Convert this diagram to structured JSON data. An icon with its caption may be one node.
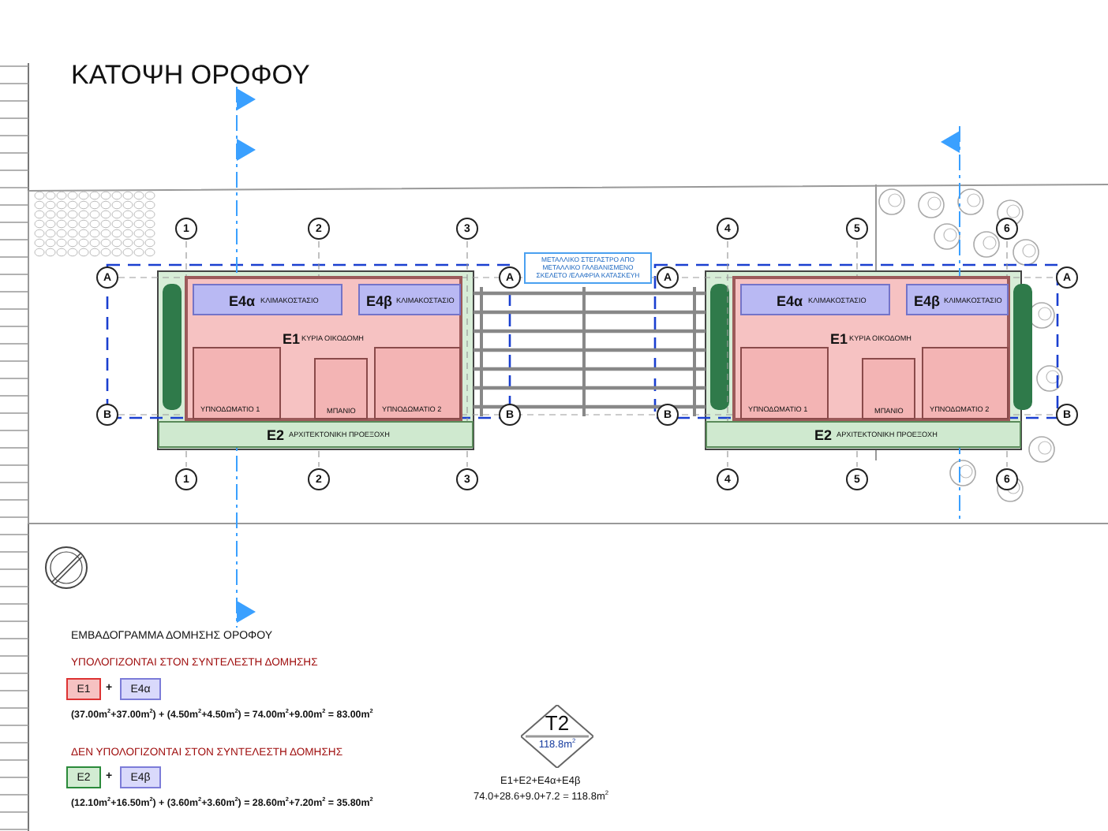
{
  "diagram": {
    "title": "ΚΑΤΟΨΗ ΟΡΟΦΟΥ",
    "nodes": [
      {
        "text": [
          "1"
        ]
      },
      {
        "text": [
          "2"
        ]
      },
      {
        "text": [
          "3"
        ]
      },
      {
        "text": [
          "4"
        ]
      },
      {
        "text": [
          "5"
        ]
      },
      {
        "text": [
          "6"
        ]
      },
      {
        "text": [
          "A"
        ]
      },
      {
        "text": [
          "A"
        ]
      },
      {
        "text": [
          "A"
        ]
      },
      {
        "text": [
          "A"
        ]
      },
      {
        "text": [
          "E1",
          "ΚΥΡΙΑ ΟΙΚΟΔΟΜΗ"
        ]
      },
      {
        "text": [
          "E4α",
          "ΚΛΙΜΑΚΟΣΤΑΣΙΟ"
        ],
        "in": 10
      },
      {
        "text": [
          "E4β",
          "ΚΛΙΜΑΚΟΣΤΑΣΙΟ"
        ],
        "in": 10
      },
      {
        "text": [
          "ΥΠΝΟΔΩΜΑΤΙΟ 1"
        ],
        "in": 10
      },
      {
        "text": [
          "ΜΠΑΝΙΟ"
        ],
        "in": 10
      },
      {
        "text": [
          "ΥΠΝΟΔΩΜΑΤΙΟ 2"
        ],
        "in": 10
      },
      {
        "text": [
          "E2",
          "ΑΡΧΙΤΕΚΤΟΝΙΚΗ ΠΡΟΕΞΟΧΗ"
        ]
      },
      {
        "text": [
          "ΜΕΤΑΛΛΙΚΟ ΣΤΕΓΑΣΤΡΟ ΑΠΟ ΜΕΤΑΛΛΙΚΟ ΓΑΛΒΑΝΙΣΜΕΝΟ ΣΚΕΛΕΤΟ /ΕΛΑΦΡΙΑ ΚΑΤΑΣΚΕΥΗ"
        ]
      },
      {
        "text": [
          "E1",
          "ΚΥΡΙΑ ΟΙΚΟΔΟΜΗ"
        ]
      },
      {
        "text": [
          "E4α",
          "ΚΛΙΜΑΚΟΣΤΑΣΙΟ"
        ],
        "in": 18
      },
      {
        "text": [
          "E4β",
          "ΚΛΙΜΑΚΟΣΤΑΣΙΟ"
        ],
        "in": 18
      },
      {
        "text": [
          "ΥΠΝΟΔΩΜΑΤΙΟ 1"
        ],
        "in": 18
      },
      {
        "text": [
          "ΜΠΑΝΙΟ"
        ],
        "in": 18
      },
      {
        "text": [
          "ΥΠΝΟΔΩΜΑΤΙΟ 2"
        ],
        "in": 18
      },
      {
        "text": [
          "E2",
          "ΑΡΧΙΤΕΚΤΟΝΙΚΗ ΠΡΟΕΞΟΧΗ"
        ]
      },
      {
        "text": [
          "B"
        ]
      },
      {
        "text": [
          "B"
        ]
      },
      {
        "text": [
          "B"
        ]
      },
      {
        "text": [
          "B"
        ]
      },
      {
        "text": [
          "1"
        ]
      },
      {
        "text": [
          "2"
        ]
      },
      {
        "text": [
          "3"
        ]
      },
      {
        "text": [
          "4"
        ]
      },
      {
        "text": [
          "5"
        ]
      },
      {
        "text": [
          "6"
        ]
      },
      {
        "text": [
          "E1"
        ]
      },
      {
        "text": [
          "E4α"
        ]
      },
      {
        "text": [
          "E2"
        ]
      },
      {
        "text": [
          "E4β"
        ]
      },
      {
        "text": [
          "T2",
          "118.8m$^{2}$"
        ],
        "beside": [
          "E1+E2+E4α+E4β",
          "74.0+28.6+9.0+7.2 = 118.8m$^{2}$"
        ]
      }
    ],
    "edges": [],
    "labels": [
      "ΕΜΒΑΔΟΓΡΑΜΜΑ ΔΟΜΗΣΗΣ ΟΡΟΦΟΥ",
      "ΥΠΟΛΟΓΙΖΟΝΤΑΙ ΣΤΟΝ ΣΥΝΤΕΛΕΣΤΗ ΔΟΜΗΣΗΣ",
      "+",
      "(37.00m$^{2}$+37.00m$^{2}$) + (4.50m$^{2}$+4.50m$^{2}$) = 74.00m$^{2}$+9.00m$^{2}$ = 83.00m$^{2}$",
      "ΔΕΝ ΥΠΟΛΟΓΙΖΟΝΤΑΙ ΣΤΟΝ ΣΥΝΤΕΛΕΣΤΗ ΔΟΜΗΣΗΣ",
      "+",
      "(12.10m$^{2}$+16.50m$^{2}$) + (3.60m$^{2}$+3.60m$^{2}$) = 28.60m$^{2}$+7.20m$^{2}$ = 35.80m$^{2}$"
    ]
  }
}
